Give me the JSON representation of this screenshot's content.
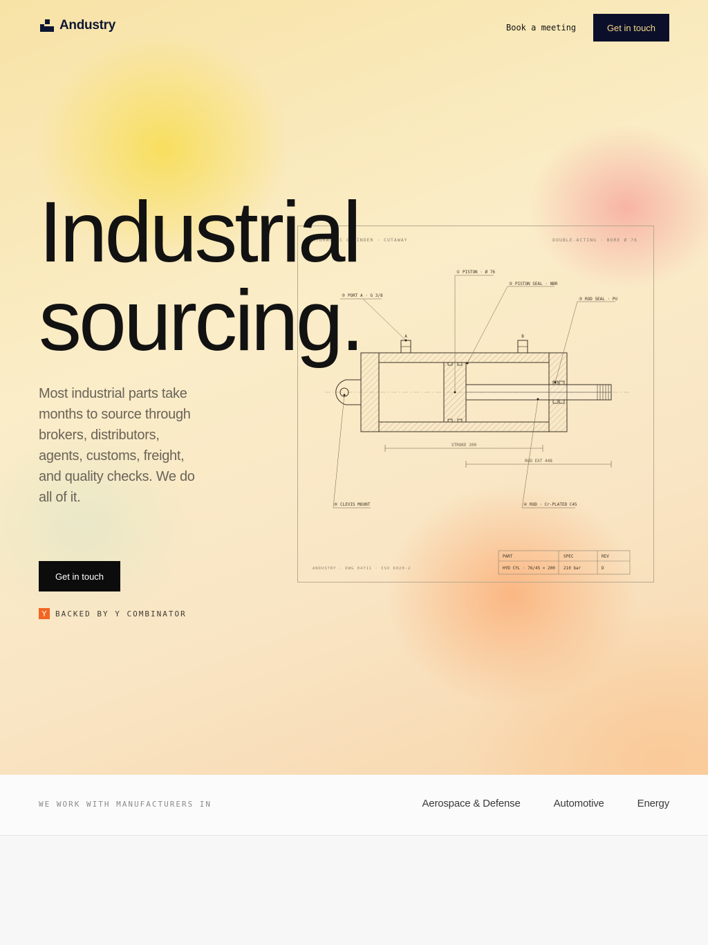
{
  "brand": {
    "name": "Andustry"
  },
  "nav": {
    "book_label": "Book a meeting",
    "cta_label": "Get in touch"
  },
  "hero": {
    "headline_line1": "Industrial",
    "headline_line2": "sourcing.",
    "subcopy": "Most industrial parts take months to source through brokers, distributors, agents, customs, freight, and quality checks. We do all of it.",
    "cta_label": "Get in touch",
    "yc_icon": "Y",
    "yc_text": "BACKED BY Y COMBINATOR"
  },
  "drawing": {
    "title_left": "HYDRAULIC CYLINDER · CUTAWAY",
    "title_right": "DOUBLE-ACTING · BORE Ø 76",
    "callouts": {
      "piston": "① PISTON · Ø 76",
      "piston_seal": "② PISTON SEAL · NBR",
      "rod_seal": "③ ROD SEAL · PU",
      "port_a": "⑤ PORT A · G 3/8",
      "clevis": "⑥ CLEVIS MOUNT",
      "rod": "④ ROD · Cr-PLATED C45"
    },
    "port_labels": {
      "a": "A",
      "b": "B"
    },
    "dimensions": {
      "stroke": "STROKE 200",
      "rod_ext": "ROD EXT 448"
    },
    "footer_left": "ANDUSTRY · DWG 04711 · ISO 6020-2",
    "table": {
      "headers": [
        "PART",
        "SPEC",
        "REV"
      ],
      "row": [
        "HYD CYL · 76/45 × 200",
        "210 bar",
        "D"
      ]
    }
  },
  "industries": {
    "label": "WE WORK WITH MANUFACTURERS IN",
    "items": [
      "Aerospace & Defense",
      "Automotive",
      "Energy"
    ]
  },
  "colors": {
    "navy": "#0b0f2a",
    "cta_text": "#f5d98a",
    "yc_orange": "#f26522",
    "ink": "#121212"
  }
}
